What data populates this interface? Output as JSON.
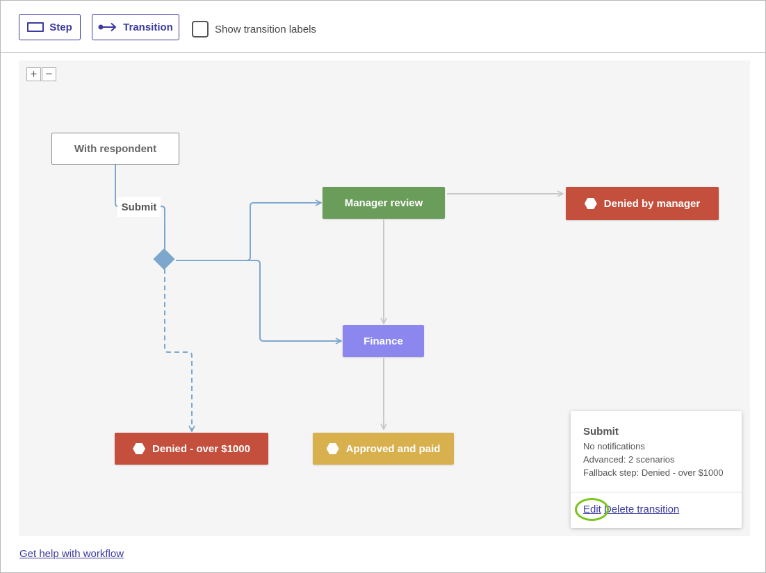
{
  "toolbar": {
    "step_label": "Step",
    "transition_label": "Transition",
    "show_labels_text": "Show transition labels",
    "show_labels_checked": false
  },
  "zoom": {
    "in_label": "+",
    "out_label": "−"
  },
  "steps": {
    "with_respondent": "With respondent",
    "manager_review": "Manager review",
    "denied_by_manager": "Denied by manager",
    "finance": "Finance",
    "denied_over": "Denied - over $1000",
    "approved_paid": "Approved and paid"
  },
  "transition_label": "Submit",
  "popover": {
    "title": "Submit",
    "notifications": "No notifications",
    "advanced": "Advanced: 2 scenarios",
    "fallback": "Fallback step: Denied - over $1000",
    "edit_label": "Edit",
    "delete_label": "Delete transition"
  },
  "footer": {
    "help_link": "Get help with workflow"
  },
  "colors": {
    "accent": "#3b3b9e",
    "manager_review": "#6a9c5a",
    "denied": "#c44f3c",
    "finance": "#8b87ef",
    "approved": "#d8b04e",
    "edge_blue": "#7da7cc",
    "edge_gray": "#c8c8c8",
    "edit_highlight": "#7cc520"
  }
}
